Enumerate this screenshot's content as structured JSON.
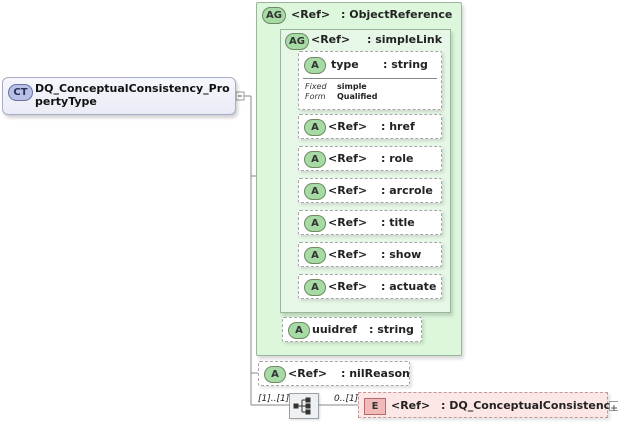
{
  "complex_type": {
    "badge": "CT",
    "name": "DQ_ConceptualConsistency_PropertyType"
  },
  "outer_group": {
    "badge": "AG",
    "ref": "<Ref>",
    "name": ": ObjectReference"
  },
  "inner_group": {
    "badge": "AG",
    "ref": "<Ref>",
    "name": ": simpleLink"
  },
  "type_attr": {
    "badge": "A",
    "name": "type",
    "type": ": string",
    "facets": [
      {
        "label": "Fixed",
        "value": "simple"
      },
      {
        "label": "Form",
        "value": "Qualified"
      }
    ]
  },
  "link_attrs": [
    {
      "badge": "A",
      "ref": "<Ref>",
      "name": ": href"
    },
    {
      "badge": "A",
      "ref": "<Ref>",
      "name": ": role"
    },
    {
      "badge": "A",
      "ref": "<Ref>",
      "name": ": arcrole"
    },
    {
      "badge": "A",
      "ref": "<Ref>",
      "name": ": title"
    },
    {
      "badge": "A",
      "ref": "<Ref>",
      "name": ": show"
    },
    {
      "badge": "A",
      "ref": "<Ref>",
      "name": ": actuate"
    }
  ],
  "uuidref_attr": {
    "badge": "A",
    "name": "uuidref",
    "type": ": string"
  },
  "nilreason_attr": {
    "badge": "A",
    "ref": "<Ref>",
    "name": ": nilReason"
  },
  "sequence": {
    "icon": "sequence-icon",
    "min_max": "[1]..[1]"
  },
  "element": {
    "badge": "E",
    "multiplicity": "0..[1]",
    "ref": "<Ref>",
    "name": ": DQ_ConceptualConsistency"
  }
}
